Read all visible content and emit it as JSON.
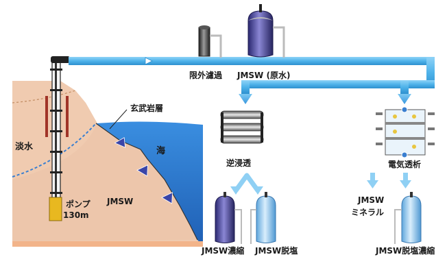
{
  "labels": {
    "fresh_water": "淡水",
    "sea": "海",
    "basalt_layer": "玄武岩層",
    "pump": "ポンプ",
    "pump_depth": "130m",
    "jmsw_underground": "JMSW",
    "ultra_filtration": "限外濾過",
    "jmsw_raw": "JMSW (原水)",
    "reverse_osmosis": "逆浸透",
    "electrodialysis": "電気透析",
    "jmsw_concentrate": "JMSW濃縮",
    "jmsw_desalinated": "JMSW脱塩",
    "jmsw_mineral_1": "JMSW",
    "jmsw_mineral_2": "ミネラル",
    "jmsw_desalt_concentrate": "JMSW脱塩濃縮"
  },
  "colors": {
    "pipe": "#4fb3ea",
    "sea": "#2a76c6",
    "soil": "#f0cbb0",
    "freshwater_zone": "#f3d7c3",
    "arrow_dark": "#3a45a8",
    "tank_purple": "#3d3a8c",
    "tank_blue": "#8fc6ee"
  }
}
